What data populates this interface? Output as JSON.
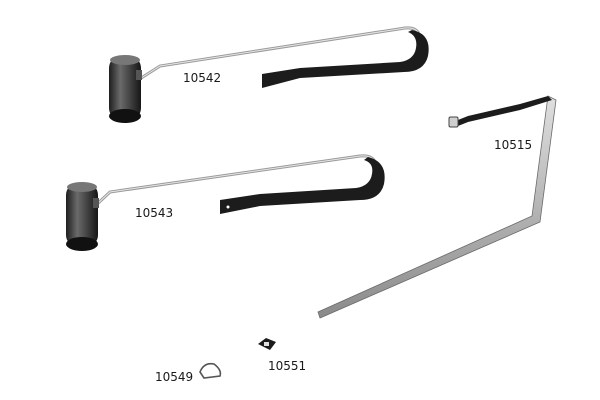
{
  "parts": [
    {
      "id": "part-10542",
      "label": "10542"
    },
    {
      "id": "part-10543",
      "label": "10543"
    },
    {
      "id": "part-10515",
      "label": "10515"
    },
    {
      "id": "part-10549",
      "label": "10549"
    },
    {
      "id": "part-10551",
      "label": "10551"
    }
  ],
  "colors": {
    "background": "#ffffff",
    "metal_light": "#c8c8c8",
    "metal_dark": "#4a4a4a",
    "strap": "#1c1c1c",
    "handle": "#3a3a3a",
    "label_text": "#1a1a1a"
  }
}
